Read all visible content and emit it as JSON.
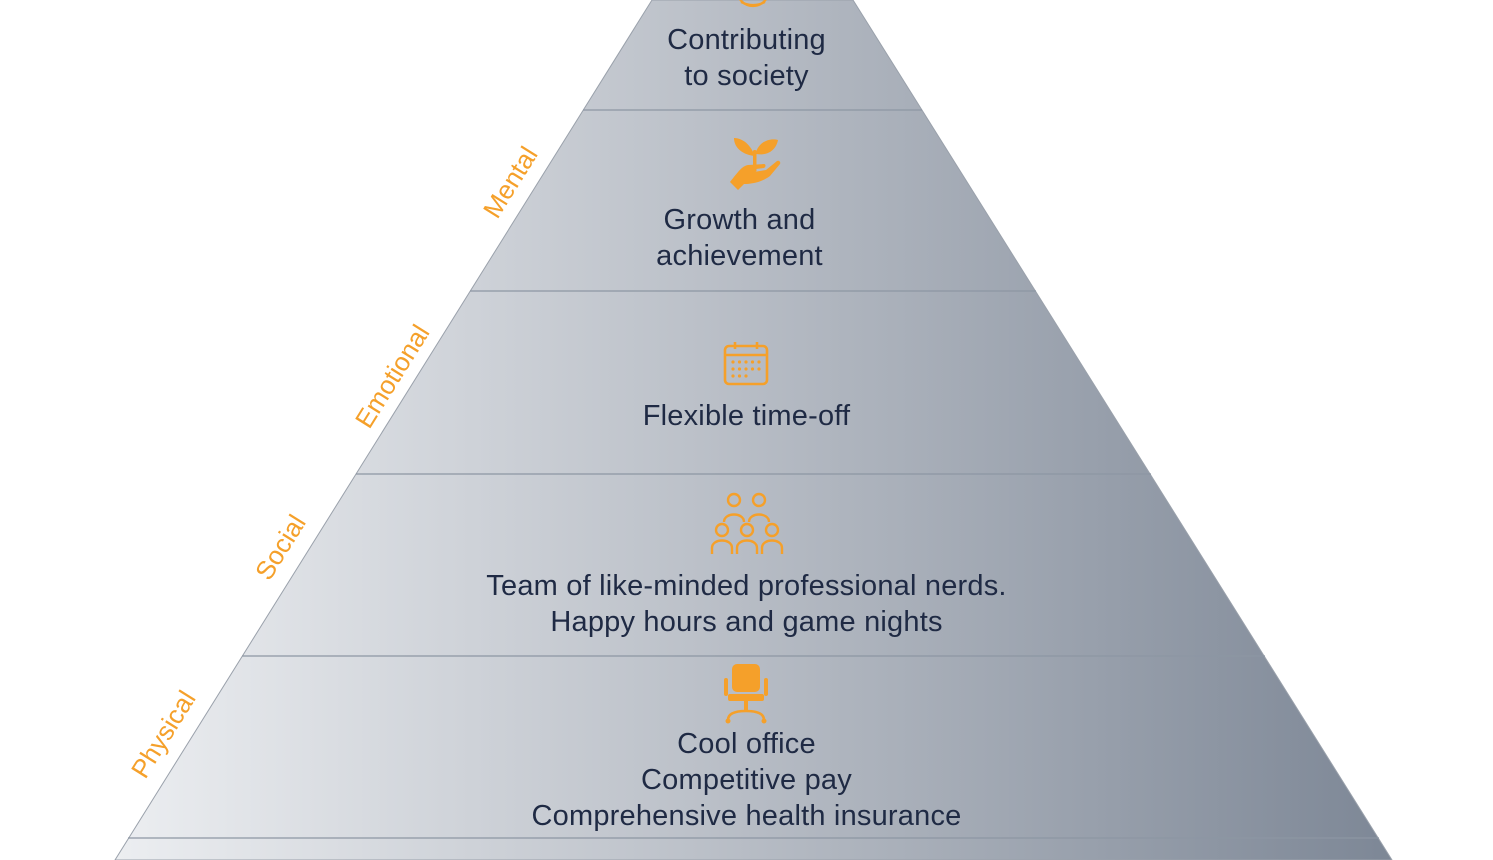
{
  "colors": {
    "accent": "#f5a02a",
    "text": "#1f2a44",
    "pyramid_light": "#eceef1",
    "pyramid_dark": "#7d8796",
    "divider": "#8d96a3"
  },
  "tiers": [
    {
      "id": "contributing",
      "icon": "globe-icon",
      "lines": [
        "Contributing",
        "to society"
      ]
    },
    {
      "id": "growth",
      "icon": "hand-sprout-icon",
      "lines": [
        "Growth and",
        "achievement"
      ]
    },
    {
      "id": "timeoff",
      "icon": "calendar-icon",
      "lines": [
        "Flexible time-off"
      ]
    },
    {
      "id": "team",
      "icon": "people-group-icon",
      "lines": [
        "Team of like-minded professional nerds.",
        "Happy hours and game nights"
      ]
    },
    {
      "id": "office",
      "icon": "office-chair-icon",
      "lines": [
        "Cool office",
        "Competitive pay",
        "Comprehensive health insurance"
      ]
    }
  ],
  "side_labels": [
    "Mental",
    "Emotional",
    "Social",
    "Physical"
  ]
}
